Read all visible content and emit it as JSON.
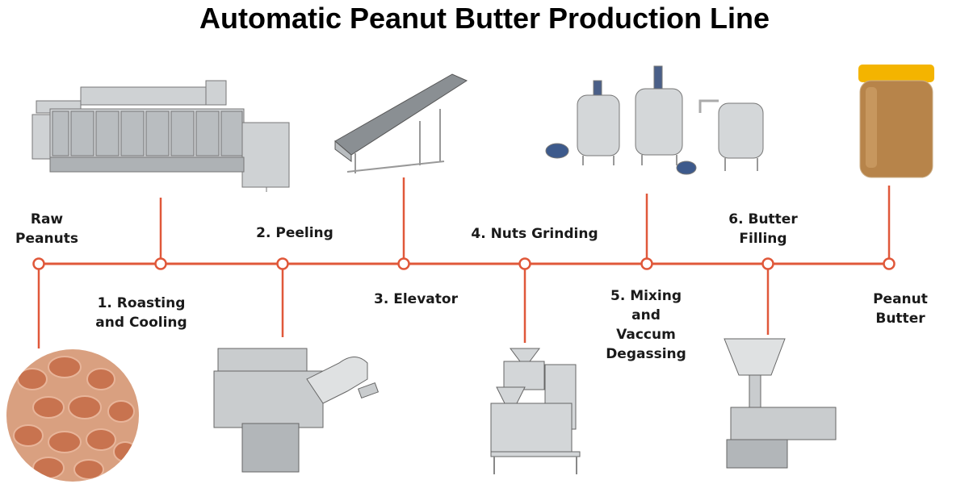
{
  "title": "Automatic Peanut Butter Production Line",
  "accent_color": "#e0583a",
  "stages": [
    {
      "label": "Raw\nPeanuts",
      "image": "raw-peanuts"
    },
    {
      "label": "1. Roasting\nand Cooling",
      "image": "roasting-machine"
    },
    {
      "label": "2. Peeling",
      "image": "peeling-machine"
    },
    {
      "label": "3. Elevator",
      "image": "elevator-conveyor"
    },
    {
      "label": "4. Nuts Grinding",
      "image": "grinding-mill"
    },
    {
      "label": "5. Mixing\nand\nVaccum\nDegassing",
      "image": "mixing-tanks"
    },
    {
      "label": "6. Butter\nFilling",
      "image": "filling-machine"
    },
    {
      "label": "Peanut\nButter",
      "image": "peanut-butter-jar"
    }
  ]
}
